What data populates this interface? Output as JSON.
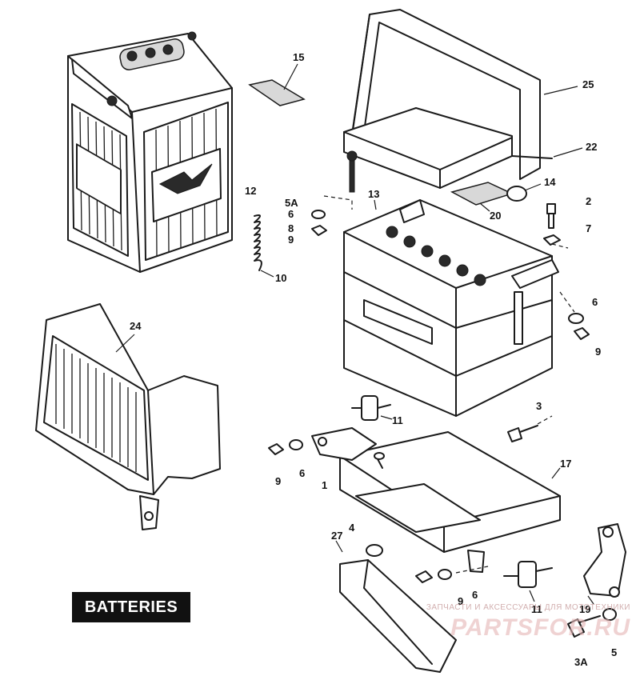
{
  "diagram": {
    "title": "BATTERIES",
    "watermark_text": "ЗАПЧАСТИ И АКСЕССУАРЫ ДЛЯ МОТОТЕХНИКИ",
    "watermark_logo": "PARTSFOR.RU",
    "callouts": {
      "c1": "1",
      "c2": "2",
      "c3": "3",
      "c3a": "3A",
      "c4": "4",
      "c5": "5",
      "c5a": "5A",
      "c6a": "6",
      "c6b": "6",
      "c6c": "6",
      "c6d": "6",
      "c7": "7",
      "c8": "8",
      "c9a": "9",
      "c9b": "9",
      "c9c": "9",
      "c9d": "9",
      "c10": "10",
      "c11a": "11",
      "c11b": "11",
      "c12": "12",
      "c13": "13",
      "c14": "14",
      "c15": "15",
      "c17": "17",
      "c19": "19",
      "c20": "20",
      "c22": "22",
      "c24": "24",
      "c25": "25",
      "c27": "27"
    }
  }
}
